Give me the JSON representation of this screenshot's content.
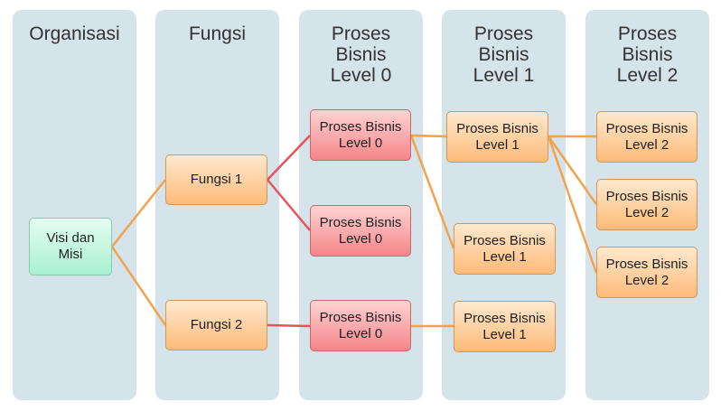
{
  "columns": {
    "organisasi": "Organisasi",
    "fungsi": "Fungsi",
    "level0": "Proses\nBisnis\nLevel 0",
    "level1": "Proses\nBisnis\nLevel 1",
    "level2": "Proses\nBisnis\nLevel 2"
  },
  "nodes": {
    "visi": "Visi dan\nMisi",
    "fungsi1": "Fungsi 1",
    "fungsi2": "Fungsi 2",
    "l0_a": "Proses Bisnis\nLevel 0",
    "l0_b": "Proses Bisnis\nLevel 0",
    "l0_c": "Proses Bisnis\nLevel 0",
    "l1_a": "Proses Bisnis\nLevel 1",
    "l1_b": "Proses Bisnis\nLevel 1",
    "l1_c": "Proses Bisnis\nLevel 1",
    "l2_a": "Proses Bisnis\nLevel 2",
    "l2_b": "Proses Bisnis\nLevel 2",
    "l2_c": "Proses Bisnis\nLevel 2"
  },
  "colors": {
    "column_bg": "#d5e3ea",
    "connector_orange": "#f3a24d",
    "connector_red": "#e8535b",
    "node_green": "#b6f3d8",
    "node_orange": "#fdc58a",
    "node_red": "#f7979a"
  }
}
